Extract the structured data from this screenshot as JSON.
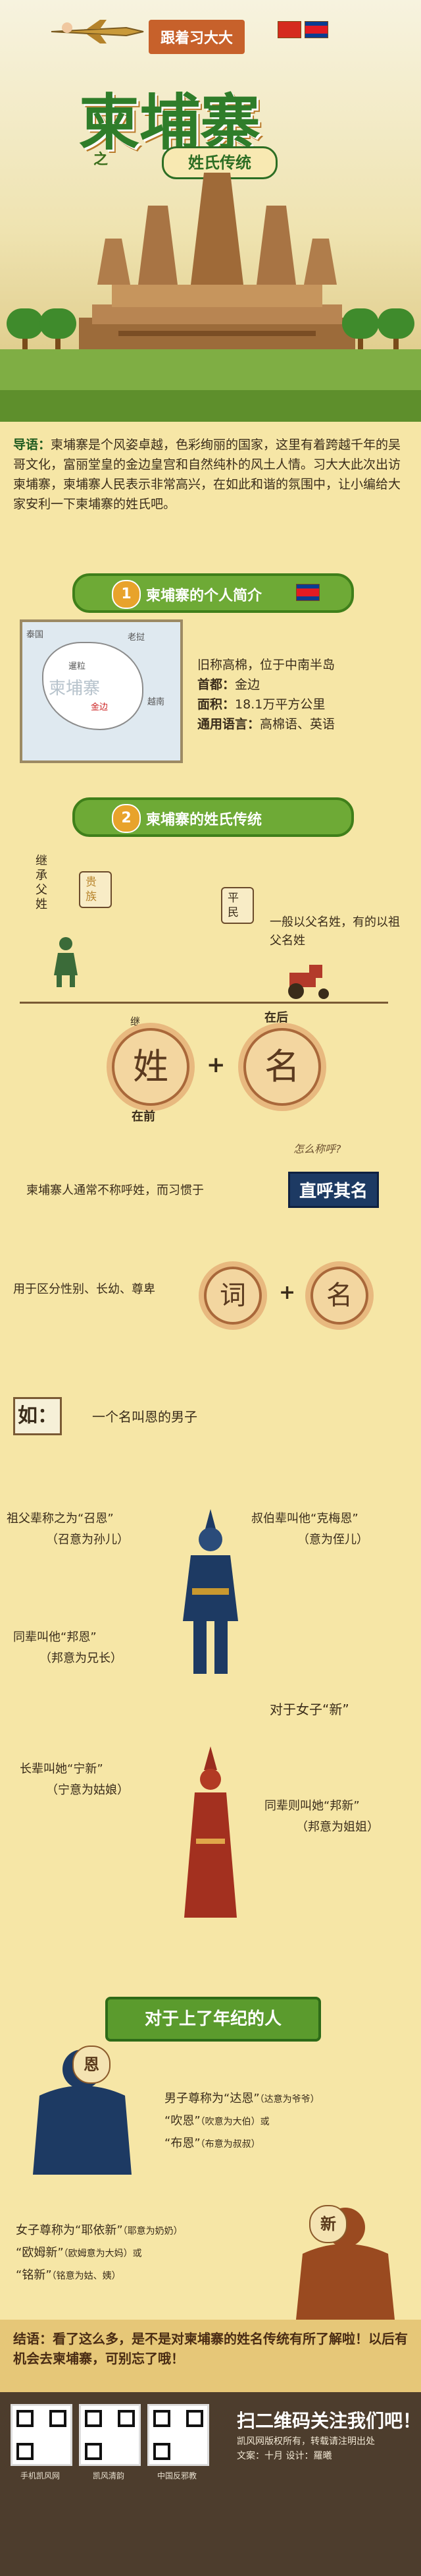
{
  "hero": {
    "banner": "跟着习大大",
    "title": "柬埔寨",
    "title_prefix": "之",
    "subtitle": "姓氏传统"
  },
  "intro": {
    "lead": "导语：",
    "text": "柬埔寨是个风姿卓越，色彩绚丽的国家，这里有着跨越千年的吴哥文化，富丽堂皇的金边皇宫和自然纯朴的风土人情。习大大此次出访柬埔寨，柬埔寨人民表示非常高兴，在如此和谐的氛围中，让小编给大家安利一下柬埔寨的姓氏吧。"
  },
  "section1": {
    "num": "1",
    "title": "柬埔寨的个人简介"
  },
  "map": {
    "country": "柬埔寨",
    "labels": [
      "泰国",
      "老挝",
      "越南",
      "暹粒",
      "金边"
    ]
  },
  "facts": {
    "line1": "旧称高棉，位于中南半岛",
    "capital_label": "首都：",
    "capital": "金边",
    "area_label": "面积：",
    "area": "18.1万平方公里",
    "lang_label": "通用语言：",
    "lang": "高棉语、英语"
  },
  "section2": {
    "num": "2",
    "title": "柬埔寨的姓氏传统"
  },
  "inherit": {
    "left_vertical": "继承父姓",
    "noble": "贵族",
    "commoner": "平民",
    "right_text": "一般以父名姓，有的以祖父名姓",
    "mid": "继承"
  },
  "surname": {
    "char_left": "姓",
    "char_right": "名",
    "front": "在前",
    "back": "在后",
    "plus": "+",
    "ask": "怎么称呼?"
  },
  "address": {
    "text": "柬埔寨人通常不称呼姓，而习惯于",
    "plate": "直呼其名"
  },
  "words": {
    "text": "用于区分性别、长幼、尊卑",
    "char_left": "词",
    "char_right": "名",
    "plus": "+"
  },
  "example": {
    "ru": "如：",
    "male_title": "一个名叫恩的男子",
    "grand": "祖父辈称之为“召恩”",
    "grand_note": "（召意为孙儿）",
    "uncle": "叔伯辈叫他“克梅恩”",
    "uncle_note": "（意为侄儿）",
    "peer": "同辈叫他“邦恩”",
    "peer_note": "（邦意为兄长）",
    "female_title": "对于女子“新”",
    "elder": "长辈叫她“宁新”",
    "elder_note": "（宁意为姑娘）",
    "peer_f": "同辈则叫她“邦新”",
    "peer_f_note": "（邦意为姐姐）"
  },
  "elderly": {
    "bar": "对于上了年纪的人",
    "en_stamp": "恩",
    "xin_stamp": "新",
    "male_1": "男子尊称为“达恩”",
    "male_1_note": "（达意为爷爷）",
    "male_2": "“吹恩”",
    "male_2_note": "（吹意为大伯）或",
    "male_3": "“布恩”",
    "male_3_note": "（布意为叔叔）",
    "female_1": "女子尊称为“耶依新”",
    "female_1_note": "（耶意为奶奶）",
    "female_2": "“欧姆新”",
    "female_2_note": "（欧姆意为大妈）或",
    "female_3": "“铭新”",
    "female_3_note": "（铭意为姑、姨）"
  },
  "footer": {
    "conclusion": "结语：看了这么多，是不是对柬埔寨的姓名传统有所了解啦！以后有机会去柬埔寨，可别忘了哦！",
    "qr_captions": [
      "手机凯风网",
      "凯风清韵",
      "中国反邪教"
    ],
    "scan": "扫二维码关注我们吧！",
    "copyright": "凯风网版权所有，转载请注明出处",
    "credits": "文案：十月   设计：羅曦"
  },
  "colors": {
    "green": "#6eaa36",
    "brown": "#4d3d2d",
    "navy": "#1d3a63",
    "bg": "#f6e6a6"
  }
}
